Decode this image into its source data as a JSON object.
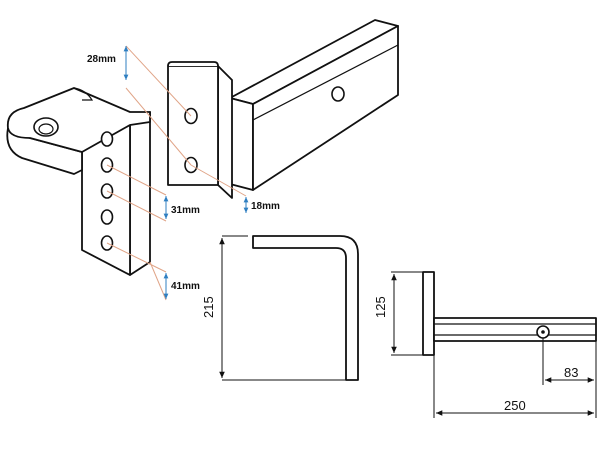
{
  "dimensions": {
    "hole_spacing_top": "28mm",
    "hole_spacing_mid": "31mm",
    "plate_thickness": "18mm",
    "hole_spacing_bottom": "41mm",
    "drop_height": "215",
    "plate_height": "125",
    "shank_length": "250",
    "pin_offset": "83"
  },
  "colors": {
    "outline": "#111111",
    "guide_lines": "#e0a487",
    "measure_arrows": "#2f7fc1"
  }
}
